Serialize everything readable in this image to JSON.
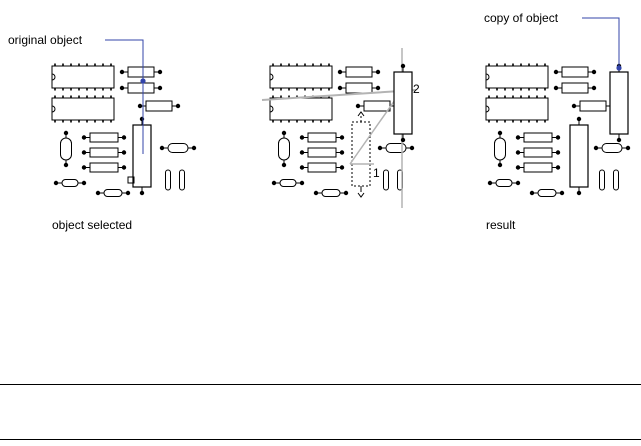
{
  "labels": {
    "original_object": "original object",
    "copy_of_object": "copy of object",
    "object_selected": "object selected",
    "result": "result",
    "point_1": "1",
    "point_2": "2"
  },
  "colors": {
    "ink": "#000000",
    "leader": "#3344aa",
    "construction": "#b4b4b4",
    "selection_marker": "#3344aa"
  },
  "panels": [
    {
      "id": "object-selected",
      "caption_key": "object_selected"
    },
    {
      "id": "copy-in-progress",
      "caption_key": null
    },
    {
      "id": "result",
      "caption_key": "result"
    }
  ]
}
